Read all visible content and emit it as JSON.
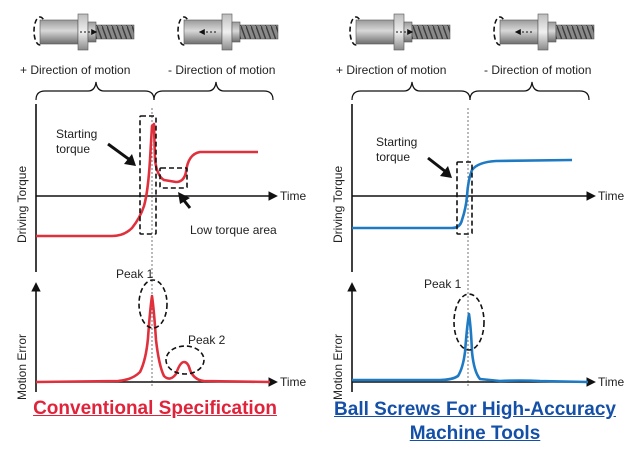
{
  "left_panel": {
    "direction_plus": "+ Direction of motion",
    "direction_minus": "- Direction of motion",
    "ylabel_top": "Driving Torque",
    "ylabel_bottom": "Motion Error",
    "xlabel_top": "Time",
    "xlabel_bottom": "Time",
    "annotation_starting": [
      "Starting",
      "torque"
    ],
    "annotation_low": "Low torque area",
    "annotation_peak1": "Peak 1",
    "annotation_peak2": "Peak 2",
    "title": "Conventional Specification",
    "curve_color": "#e0303c",
    "title_color": "#e0233a"
  },
  "right_panel": {
    "direction_plus": "+ Direction of motion",
    "direction_minus": "- Direction of motion",
    "ylabel_top": "Driving Torque",
    "ylabel_bottom": "Motion Error",
    "xlabel_top": "Time",
    "xlabel_bottom": "Time",
    "annotation_starting": [
      "Starting",
      "torque"
    ],
    "annotation_peak1": "Peak 1",
    "title_line1": "Ball Screws For High-Accuracy",
    "title_line2": "Machine Tools",
    "curve_color": "#1f7ac4",
    "title_color": "#1450a8"
  }
}
